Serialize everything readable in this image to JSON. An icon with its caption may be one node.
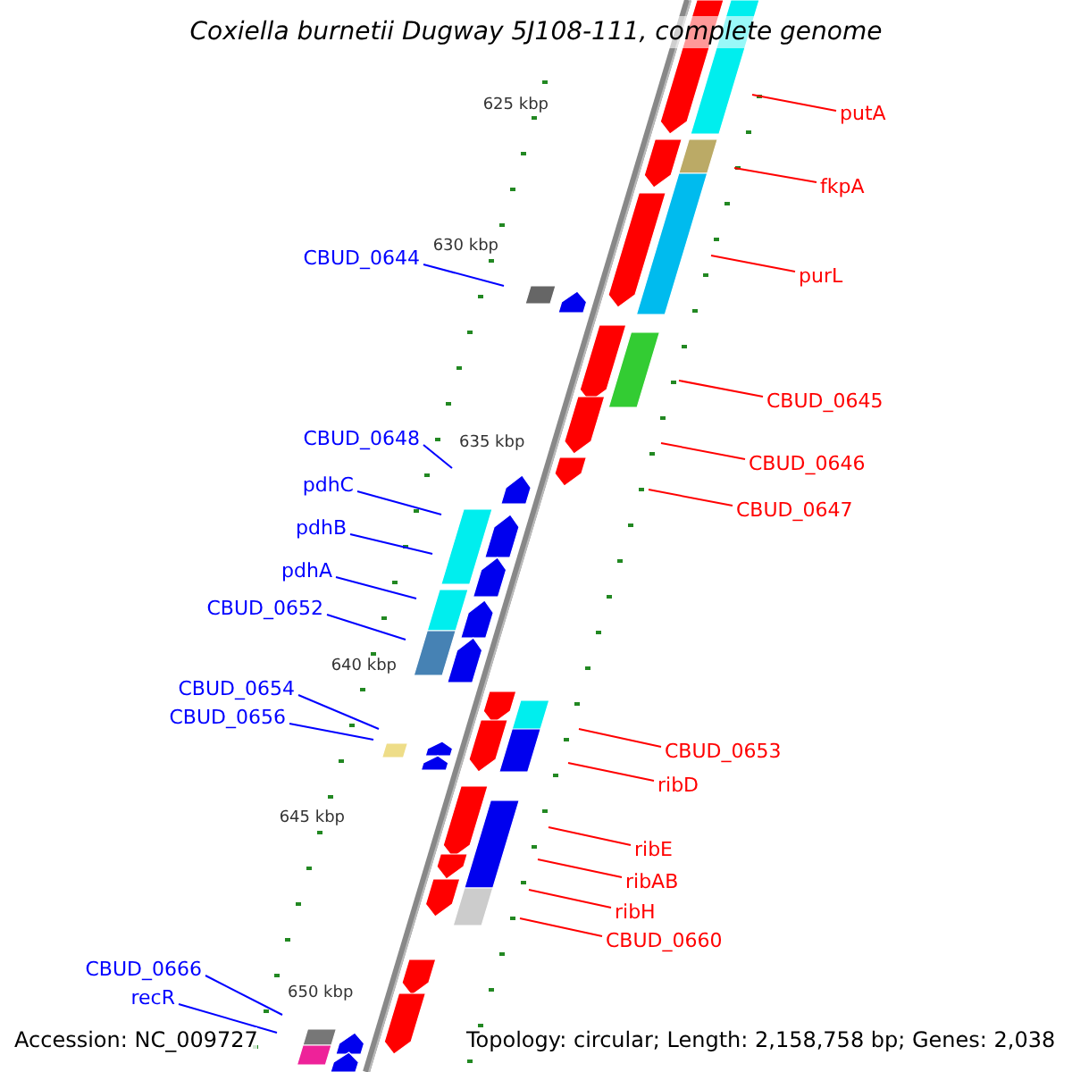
{
  "diagram": {
    "title": "Coxiella burnetii Dugway 5J108-111, complete genome",
    "nodes": [
      {
        "text": [
          "putA"
        ]
      },
      {
        "text": [
          "fkpA"
        ]
      },
      {
        "text": [
          "purL"
        ]
      },
      {
        "text": [
          "CBUD_0645"
        ]
      },
      {
        "text": [
          "CBUD_0646"
        ]
      },
      {
        "text": [
          "CBUD_0647"
        ]
      },
      {
        "text": [
          "CBUD_0653"
        ]
      },
      {
        "text": [
          "ribD"
        ]
      },
      {
        "text": [
          "ribE"
        ]
      },
      {
        "text": [
          "ribAB"
        ]
      },
      {
        "text": [
          "ribH"
        ]
      },
      {
        "text": [
          "CBUD_0660"
        ]
      },
      {
        "text": [
          "CBUD_0644"
        ]
      },
      {
        "text": [
          "CBUD_0648"
        ]
      },
      {
        "text": [
          "pdhC"
        ]
      },
      {
        "text": [
          "pdhB"
        ]
      },
      {
        "text": [
          "pdhA"
        ]
      },
      {
        "text": [
          "CBUD_0652"
        ]
      },
      {
        "text": [
          "CBUD_0654"
        ]
      },
      {
        "text": [
          "CBUD_0656"
        ]
      },
      {
        "text": [
          "CBUD_0666"
        ]
      },
      {
        "text": [
          "recR"
        ]
      }
    ],
    "edges": [
      {
        "from": 0,
        "to": null,
        "arrow": "none"
      },
      {
        "from": 1,
        "to": null,
        "arrow": "none"
      },
      {
        "from": 2,
        "to": null,
        "arrow": "none"
      },
      {
        "from": 3,
        "to": null,
        "arrow": "none"
      },
      {
        "from": 4,
        "to": null,
        "arrow": "none"
      },
      {
        "from": 5,
        "to": null,
        "arrow": "none"
      },
      {
        "from": 6,
        "to": null,
        "arrow": "none"
      },
      {
        "from": 7,
        "to": null,
        "arrow": "none"
      },
      {
        "from": 8,
        "to": null,
        "arrow": "none"
      },
      {
        "from": 9,
        "to": null,
        "arrow": "none"
      },
      {
        "from": 10,
        "to": null,
        "arrow": "none"
      },
      {
        "from": 11,
        "to": null,
        "arrow": "none"
      },
      {
        "from": 12,
        "to": null,
        "arrow": "none",
        "color": "#0000ff"
      },
      {
        "from": 13,
        "to": null,
        "arrow": "none",
        "color": "#0000ff"
      },
      {
        "from": 14,
        "to": null,
        "arrow": "none",
        "color": "#0000ff"
      },
      {
        "from": 15,
        "to": null,
        "arrow": "none",
        "color": "#0000ff"
      },
      {
        "from": 16,
        "to": null,
        "arrow": "none",
        "color": "#0000ff"
      },
      {
        "from": 17,
        "to": null,
        "arrow": "none",
        "color": "#0000ff"
      },
      {
        "from": 18,
        "to": null,
        "arrow": "none",
        "color": "#0000ff"
      },
      {
        "from": 19,
        "to": null,
        "arrow": "none",
        "color": "#0000ff"
      },
      {
        "from": 20,
        "to": null,
        "arrow": "none",
        "color": "#0000ff"
      },
      {
        "from": 21,
        "to": null,
        "arrow": "none",
        "color": "#0000ff"
      }
    ],
    "labels": [
      "625 kbp",
      "630 kbp",
      "635 kbp",
      "640 kbp",
      "645 kbp",
      "650 kbp",
      "Accession: NC_009727",
      "Topology: circular; Length: 2,158,758 bp; Genes: 2,038"
    ]
  }
}
